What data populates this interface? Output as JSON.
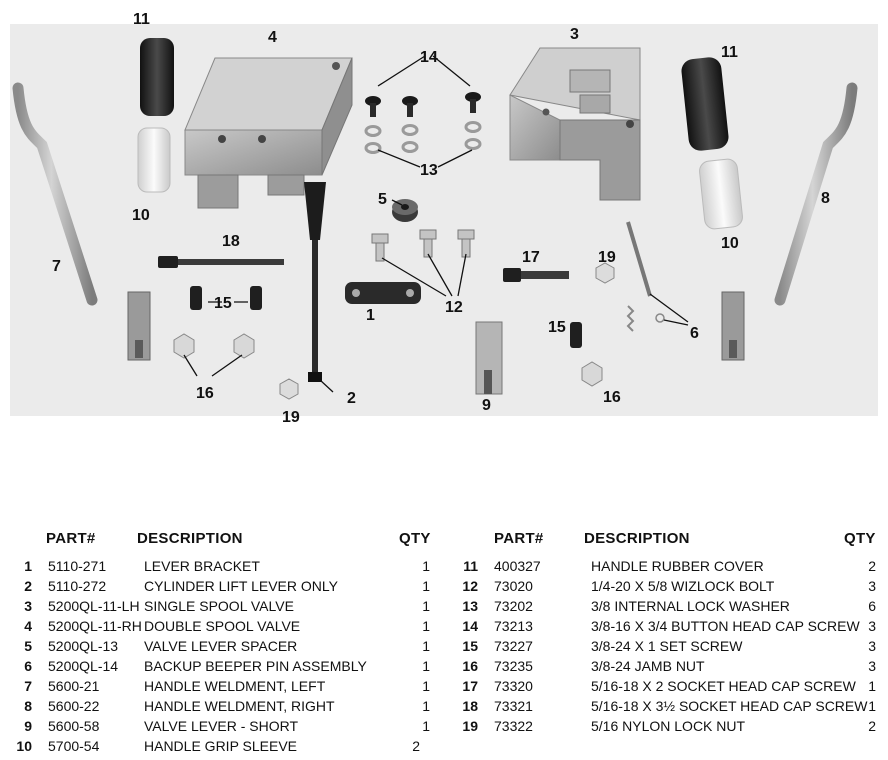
{
  "table": {
    "headers": {
      "part": "PART#",
      "description": "DESCRIPTION",
      "qty": "QTY"
    },
    "left_rows": [
      {
        "num": "1",
        "part": "5110-271",
        "description": "LEVER BRACKET",
        "qty": "1"
      },
      {
        "num": "2",
        "part": "5110-272",
        "description": "CYLINDER LIFT LEVER ONLY",
        "qty": "1"
      },
      {
        "num": "3",
        "part": "5200QL-11-LH",
        "description": "SINGLE SPOOL VALVE",
        "qty": "1"
      },
      {
        "num": "4",
        "part": "5200QL-11-RH",
        "description": "DOUBLE SPOOL VALVE",
        "qty": "1"
      },
      {
        "num": "5",
        "part": "5200QL-13",
        "description": "VALVE LEVER SPACER",
        "qty": "1"
      },
      {
        "num": "6",
        "part": "5200QL-14",
        "description": "BACKUP BEEPER PIN ASSEMBLY",
        "qty": "1"
      },
      {
        "num": "7",
        "part": "5600-21",
        "description": "HANDLE WELDMENT, LEFT",
        "qty": "1"
      },
      {
        "num": "8",
        "part": "5600-22",
        "description": "HANDLE WELDMENT, RIGHT",
        "qty": "1"
      },
      {
        "num": "9",
        "part": "5600-58",
        "description": "VALVE LEVER - SHORT",
        "qty": "1"
      },
      {
        "num": "10",
        "part": "5700-54",
        "description": "HANDLE GRIP SLEEVE",
        "qty": "2"
      }
    ],
    "right_rows": [
      {
        "num": "11",
        "part": "400327",
        "description": "HANDLE RUBBER COVER",
        "qty": "2"
      },
      {
        "num": "12",
        "part": "73020",
        "description": "1/4-20 X 5/8 WIZLOCK BOLT",
        "qty": "3"
      },
      {
        "num": "13",
        "part": "73202",
        "description": "3/8 INTERNAL LOCK WASHER",
        "qty": "6"
      },
      {
        "num": "14",
        "part": "73213",
        "description": "3/8-16 X 3/4 BUTTON HEAD CAP SCREW",
        "qty": "3"
      },
      {
        "num": "15",
        "part": "73227",
        "description": "3/8-24 X 1 SET SCREW",
        "qty": "3"
      },
      {
        "num": "16",
        "part": "73235",
        "description": "3/8-24 JAMB NUT",
        "qty": "3"
      },
      {
        "num": "17",
        "part": "73320",
        "description": "5/16-18 X 2 SOCKET HEAD CAP SCREW",
        "qty": "1"
      },
      {
        "num": "18",
        "part": "73321",
        "description": "5/16-18 X 3½ SOCKET HEAD CAP SCREW",
        "qty": "1"
      },
      {
        "num": "19",
        "part": "73322",
        "description": "5/16 NYLON LOCK NUT",
        "qty": "2"
      }
    ]
  },
  "callouts": {
    "c1": "1",
    "c2": "2",
    "c3": "3",
    "c4": "4",
    "c5": "5",
    "c6": "6",
    "c7": "7",
    "c8": "8",
    "c9": "9",
    "c10a": "10",
    "c10b": "10",
    "c11a": "11",
    "c11b": "11",
    "c12": "12",
    "c13": "13",
    "c14": "14",
    "c15a": "15",
    "c15b": "15",
    "c16a": "16",
    "c16b": "16",
    "c17": "17",
    "c18": "18",
    "c19a": "19",
    "c19b": "19"
  },
  "colors": {
    "background": "#ebebeb",
    "metal": "#a9a9a9",
    "dark": "#1e1e1e",
    "sleeve": "#ececec"
  }
}
